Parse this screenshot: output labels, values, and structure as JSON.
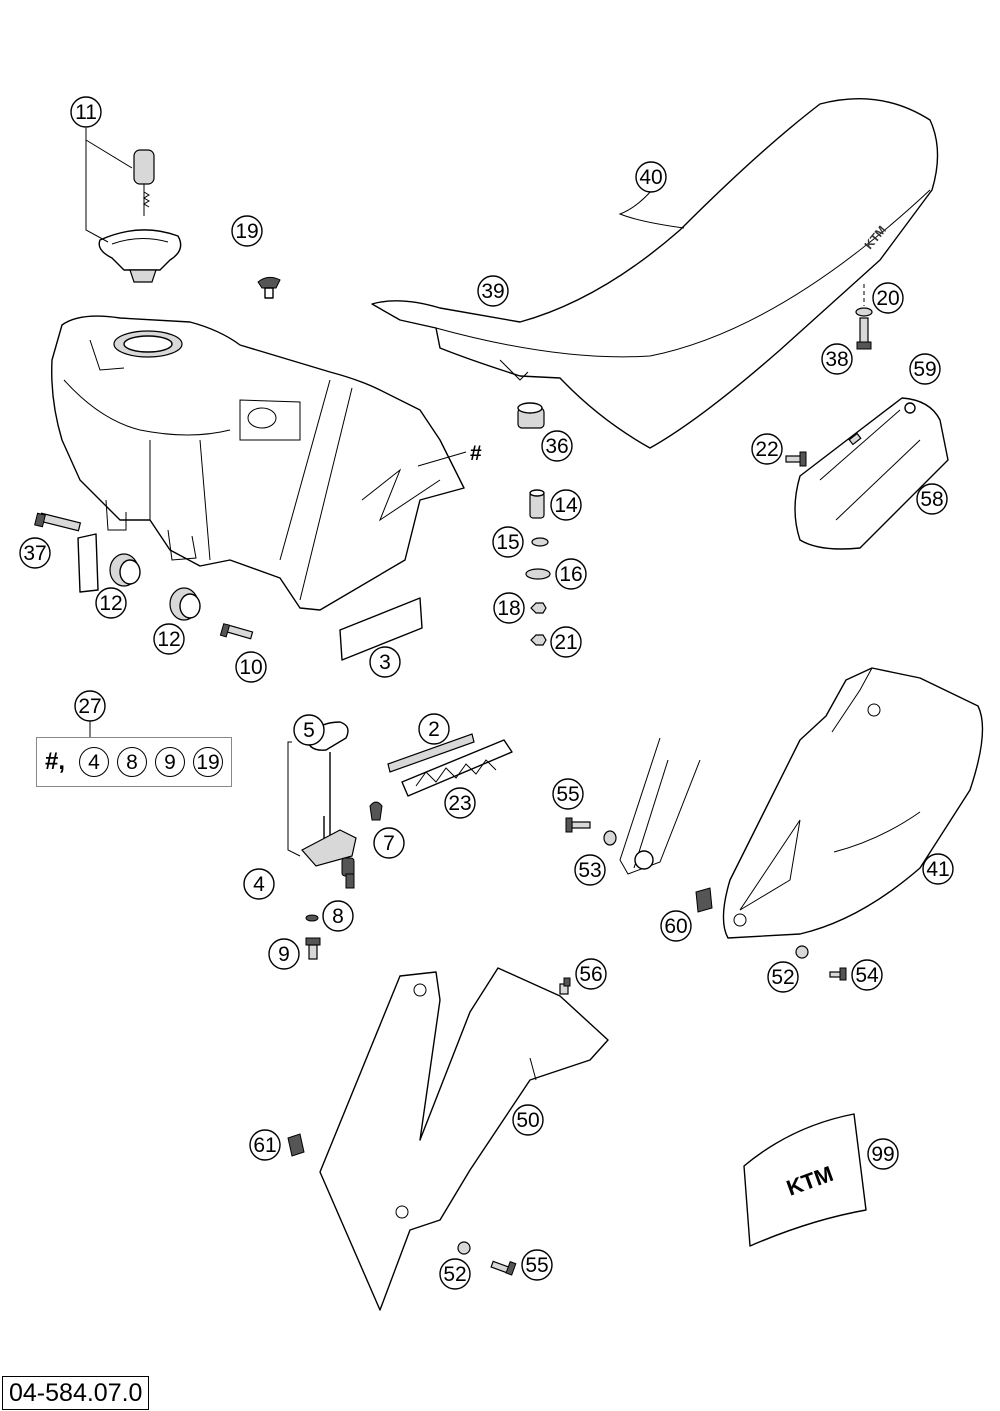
{
  "drawing_number": "04-584.07.0",
  "kit": {
    "label": "27",
    "hash": "#,",
    "items": [
      "4",
      "8",
      "9",
      "19"
    ]
  },
  "callouts": {
    "p11": "11",
    "p19a": "19",
    "p40": "40",
    "p39": "39",
    "p20": "20",
    "p38": "38",
    "p59": "59",
    "p36": "36",
    "p14": "14",
    "p22": "22",
    "p58": "58",
    "p15": "15",
    "p16": "16",
    "p18": "18",
    "p21": "21",
    "p37": "37",
    "p12a": "12",
    "p12b": "12",
    "p10": "10",
    "p3": "3",
    "p5": "5",
    "p2": "2",
    "p23": "23",
    "p7": "7",
    "p4": "4",
    "p8": "8",
    "p9": "9",
    "p55a": "55",
    "p53": "53",
    "p41": "41",
    "p60": "60",
    "p52a": "52",
    "p54": "54",
    "p56": "56",
    "p50": "50",
    "p61": "61",
    "p52b": "52",
    "p55b": "55",
    "p99": "99"
  },
  "tank_hash": "#",
  "colors": {
    "line": "#000000",
    "background": "#ffffff"
  }
}
